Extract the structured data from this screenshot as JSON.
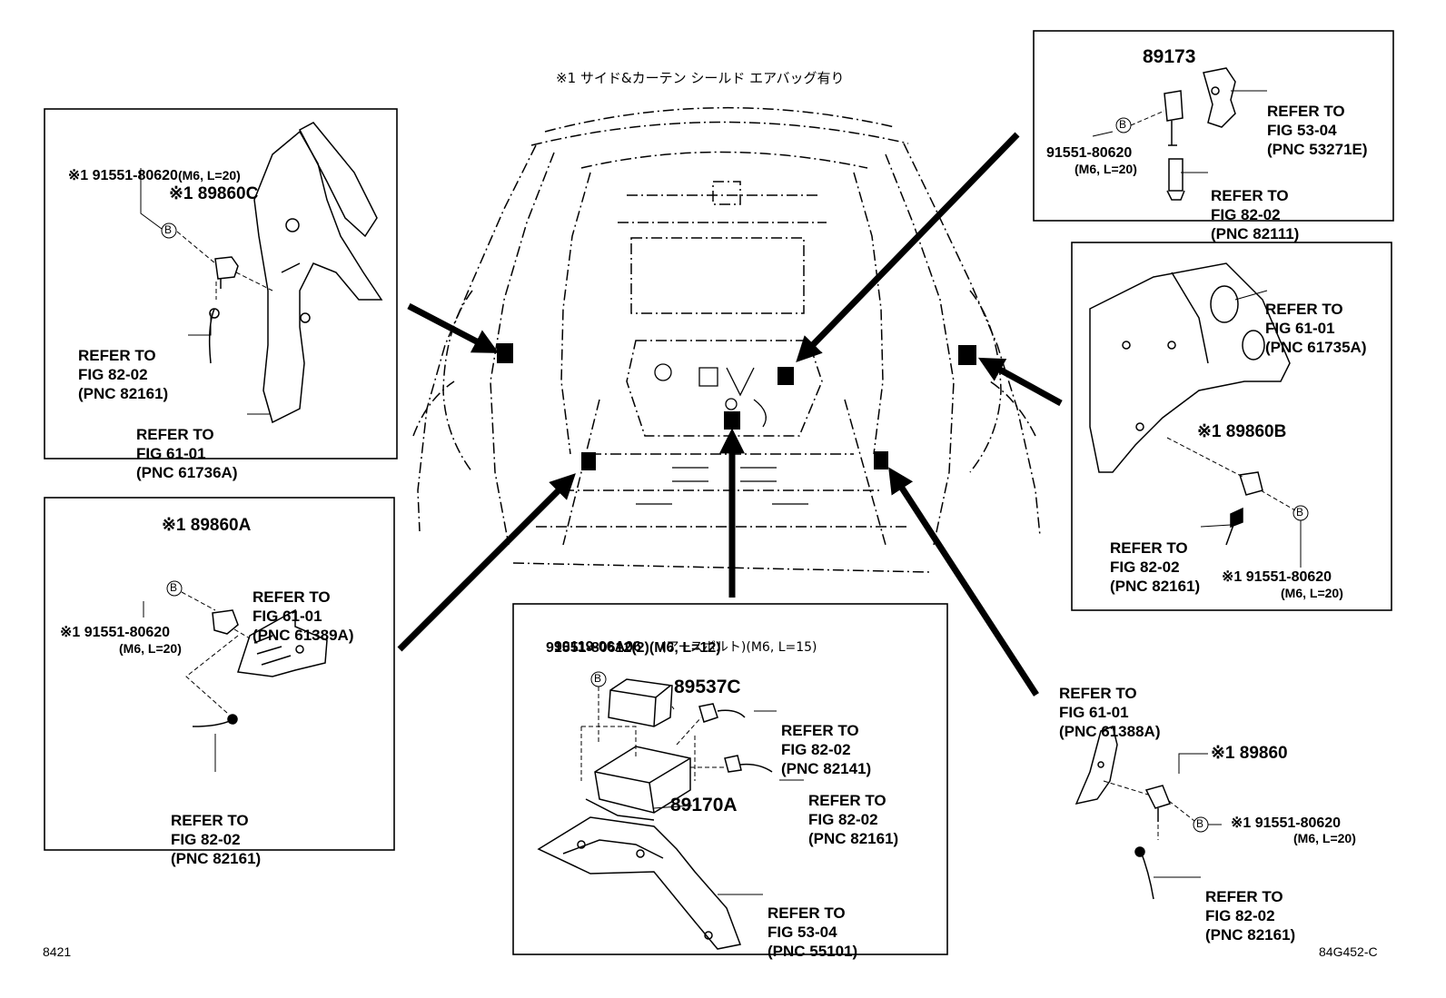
{
  "header_note": "※1 サイド&カーテン シールド エアバッグ有り",
  "corner_left": "8421",
  "corner_right": "84G452-C",
  "symbol_b": "B",
  "tl": {
    "bolt": "※1 91551-80620",
    "bolt_spec": "(M6, L=20)",
    "part": "※1 89860C",
    "ref1": [
      "REFER TO",
      "FIG 82-02",
      "(PNC 82161)"
    ],
    "ref2": [
      "REFER TO",
      "FIG 61-01",
      "(PNC 61736A)"
    ]
  },
  "ml": {
    "part": "※1 89860A",
    "ref1": [
      "REFER TO",
      "FIG 61-01",
      "(PNC 61389A)"
    ],
    "bolt": "※1 91551-80620",
    "bolt_spec": "(M6, L=20)",
    "ref2": [
      "REFER TO",
      "FIG 82-02",
      "(PNC 82161)"
    ]
  },
  "bc": {
    "line1_part": "90119-06A06",
    "line1_note": "(アースボルト)(M6, L=15)",
    "line2": "91551-80612(2)(M6, L=12)",
    "part_a": "89537C",
    "part_b": "89170A",
    "ref1": [
      "REFER TO",
      "FIG 82-02",
      "(PNC 82141)"
    ],
    "ref2": [
      "REFER TO",
      "FIG 82-02",
      "(PNC 82161)"
    ],
    "ref3": [
      "REFER TO",
      "FIG 53-04",
      "(PNC 55101)"
    ]
  },
  "tr": {
    "part": "89173",
    "ref1": [
      "REFER TO",
      "FIG 53-04",
      "(PNC 53271E)"
    ],
    "bolt": "91551-80620",
    "bolt_spec": "(M6, L=20)",
    "ref2": [
      "REFER TO",
      "FIG 82-02",
      "(PNC 82111)"
    ]
  },
  "mr": {
    "ref1": [
      "REFER TO",
      "FIG 61-01",
      "(PNC 61735A)"
    ],
    "part": "※1 89860B",
    "ref2": [
      "REFER TO",
      "FIG 82-02",
      "(PNC 82161)"
    ],
    "bolt": "※1 91551-80620",
    "bolt_spec": "(M6, L=20)"
  },
  "br": {
    "ref1": [
      "REFER TO",
      "FIG 61-01",
      "(PNC 61388A)"
    ],
    "part": "※1 89860",
    "bolt": "※1 91551-80620",
    "bolt_spec": "(M6, L=20)",
    "ref2": [
      "REFER TO",
      "FIG 82-02",
      "(PNC 82161)"
    ]
  }
}
